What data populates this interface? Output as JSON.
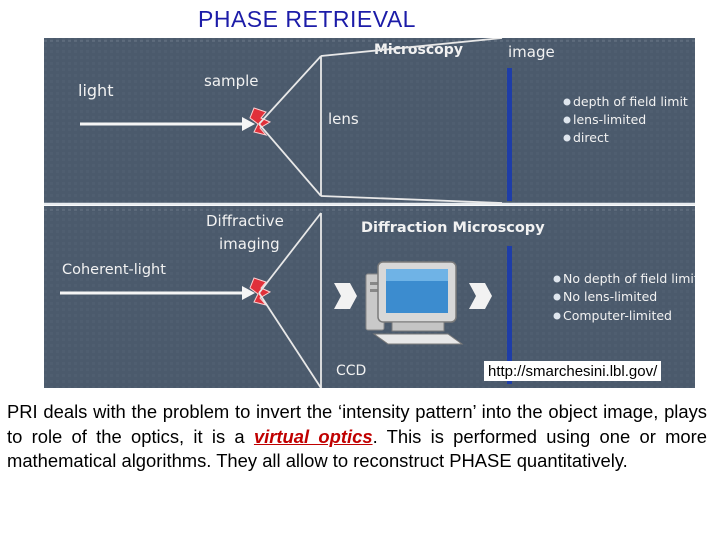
{
  "title": "PHASE RETRIEVAL",
  "top_panel": {
    "header": "Microscopy",
    "light_label": "light",
    "sample_label": "sample",
    "lens_label": "lens",
    "image_label": "image",
    "bullets": [
      "depth of field limit",
      "lens-limited",
      "direct"
    ]
  },
  "bottom_panel": {
    "header": "Diffraction Microscopy",
    "light_label": "Coherent-light",
    "imaging_label_1": "Diffractive",
    "imaging_label_2": "imaging",
    "ccd_label": "CCD",
    "bullets": [
      "No depth of field limit",
      "No lens-limited",
      "Computer-limited"
    ]
  },
  "url": "http://smarchesini.lbl.gov/",
  "paragraph": {
    "before": "PRI deals with the problem to invert the ‘intensity pattern’ into the object image, plays to role of the optics, it is a ",
    "highlight": "virtual optics",
    "after": ". This is performed using one or more mathematical algorithms. They all allow to reconstruct PHASE quantitatively."
  },
  "colors": {
    "title": "#1c1ca8",
    "panel_bg": "#4b5a6c",
    "panel_divider": "#e8ecf0",
    "sample": "#e0303a",
    "detector": "#1e3da8",
    "highlight": "#c00000"
  }
}
